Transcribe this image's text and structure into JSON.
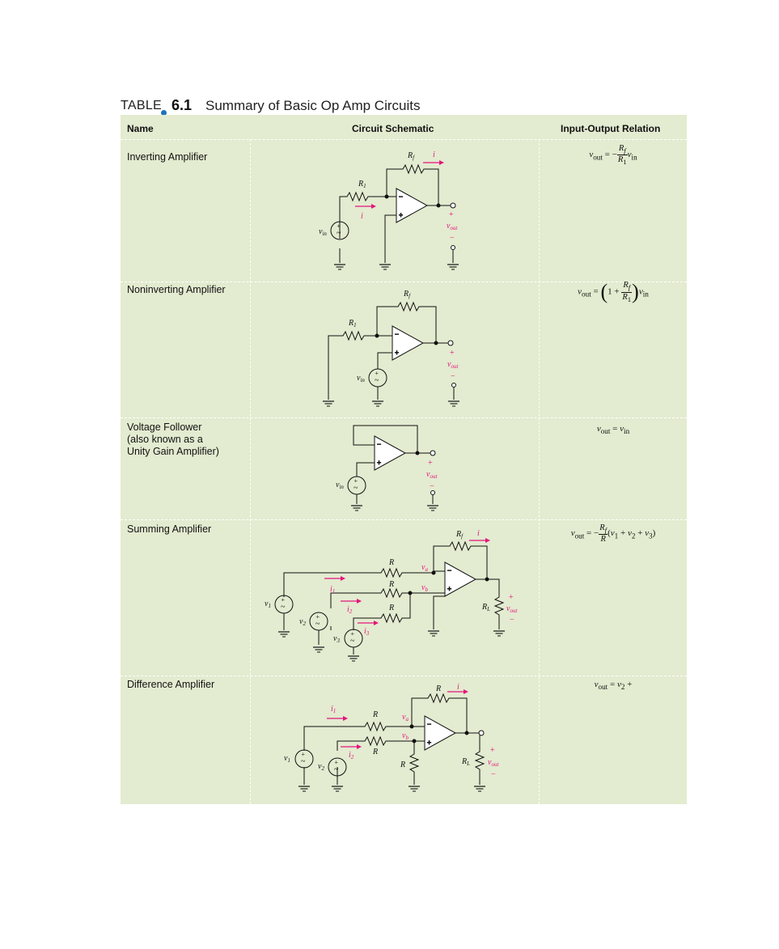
{
  "caption": {
    "table_word": "TABLE",
    "number": "6.1",
    "title": "Summary of Basic Op Amp Circuits"
  },
  "headers": {
    "name": "Name",
    "schematic": "Circuit Schematic",
    "relation": "Input-Output Relation"
  },
  "rows": [
    {
      "name_lines": [
        "Inverting Amplifier"
      ]
    },
    {
      "name_lines": [
        "Noninverting Amplifier"
      ]
    },
    {
      "name_lines": [
        "Voltage Follower",
        "(also known as a",
        "Unity Gain Amplifier)"
      ]
    },
    {
      "name_lines": [
        "Summing Amplifier"
      ]
    },
    {
      "name_lines": [
        "Difference Amplifier"
      ]
    }
  ],
  "relations": {
    "sym_vout": "v",
    "sub_out": "out",
    "sym_vin": "v",
    "sub_in": "in",
    "eq": " = ",
    "minus": "−",
    "plus": " + ",
    "one": "1",
    "rf_sym": "R",
    "rf_sub": "f",
    "r1_sym": "R",
    "r1_sub": "1",
    "r_sym": "R",
    "lp": "(",
    "rp": ")",
    "v": "v",
    "s1": "1",
    "s2": "2",
    "s3": "3"
  },
  "labels": {
    "R": "R",
    "f": "f",
    "one": "1",
    "i": "i",
    "v": "v",
    "in": "in",
    "out": "out",
    "plus": "+",
    "minus": "−",
    "a": "a",
    "b": "b",
    "two": "2",
    "three": "3",
    "L": "L",
    "tilde": "~"
  },
  "colors": {
    "background": "#ffffff",
    "table_fill": "#e3ebd0",
    "accent_blue": "#1e73be",
    "magenta": "#e4157c",
    "wire": "#111111"
  }
}
